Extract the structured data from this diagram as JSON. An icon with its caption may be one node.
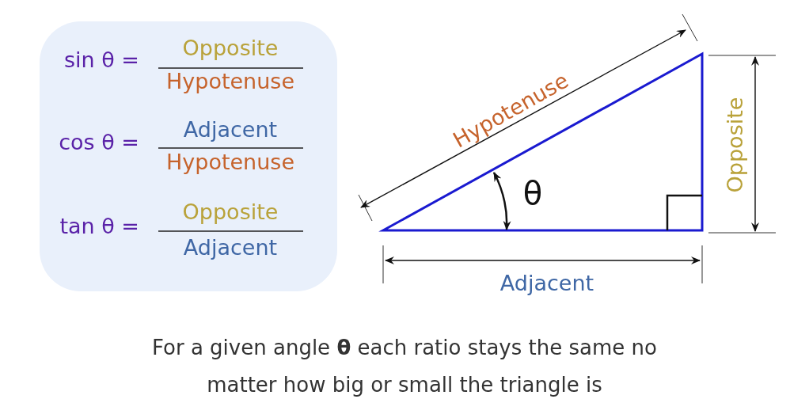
{
  "diagram": {
    "caption": "For a given angle **θ** each ratio stays the same no matter how big or small the triangle is",
    "nodes": [
      {
        "text": [
          "sin θ =",
          "Opposite",
          "Hypotenuse",
          "cos θ =",
          "Adjacent",
          "Hypotenuse",
          "tan θ =",
          "Opposite",
          "Adjacent"
        ]
      }
    ],
    "edges": [],
    "labels": [
      "Hypotenuse",
      "θ",
      "Opposite",
      "Adjacent"
    ]
  }
}
